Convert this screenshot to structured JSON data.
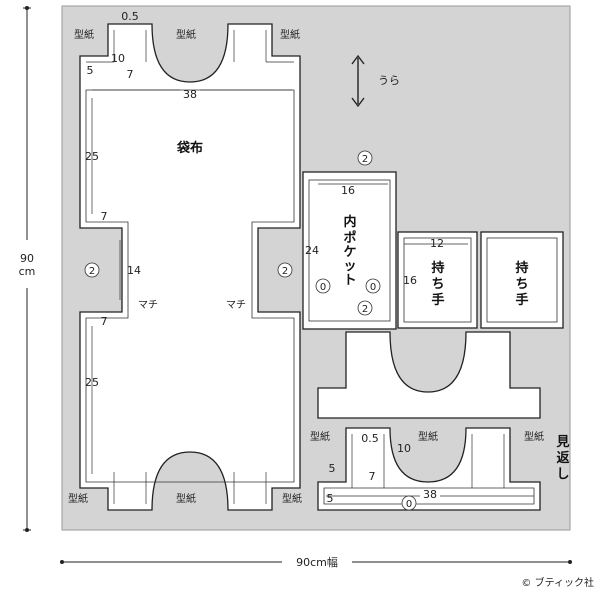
{
  "fabric": {
    "width_label": "90cm幅",
    "height_label_num": "90",
    "height_label_unit": "cm",
    "fold_label": "うら"
  },
  "labels": {
    "template": "型紙",
    "bag_body": "袋布",
    "gusset": "マチ",
    "inner_pocket_line1": "内",
    "inner_pocket_line2": "ポケット",
    "handle": "持ち手",
    "facing": "見返し"
  },
  "dims": {
    "d05": "0.5",
    "d10": "10",
    "d5": "5",
    "d7": "7",
    "d38": "38",
    "d25": "25",
    "d14": "14",
    "d16": "16",
    "d24": "24",
    "d12": "12"
  },
  "seam_allowance": {
    "s2": "2",
    "s0": "0"
  },
  "copyright": "© ブティック社"
}
